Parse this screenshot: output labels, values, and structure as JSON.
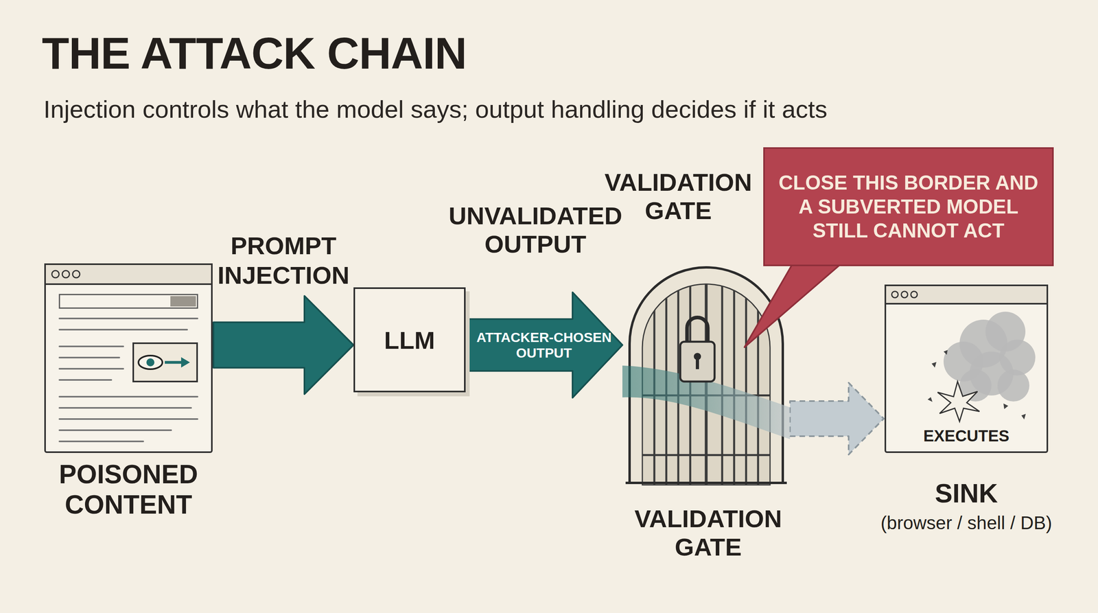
{
  "diagram": {
    "title": "THE ATTACK CHAIN",
    "nodes": [
      {
        "text": [
          "POISONED CONTENT"
        ]
      },
      {
        "text": [
          "LLM"
        ]
      },
      {
        "text": [
          "VALIDATION GATE",
          "VALIDATION GATE"
        ]
      },
      {
        "text": [
          "CLOSE THIS BORDER AND A SUBVERTED MODEL STILL CANNOT ACT"
        ]
      },
      {
        "text": [
          "EXECUTES",
          "SINK",
          "(browser / shell / DB)"
        ]
      }
    ],
    "edges": [
      {
        "from": 0,
        "to": 1,
        "arrow": "to",
        "label": "PROMPT INJECTION"
      },
      {
        "from": 1,
        "to": 2,
        "arrow": "to",
        "label": "ATTACKER-CHOSEN OUTPUT"
      },
      {
        "from": 2,
        "to": 4,
        "arrow": "to"
      }
    ],
    "labels": [
      "Injection controls what the model says; output handling decides if it acts",
      "UNVALIDATED OUTPUT"
    ]
  }
}
